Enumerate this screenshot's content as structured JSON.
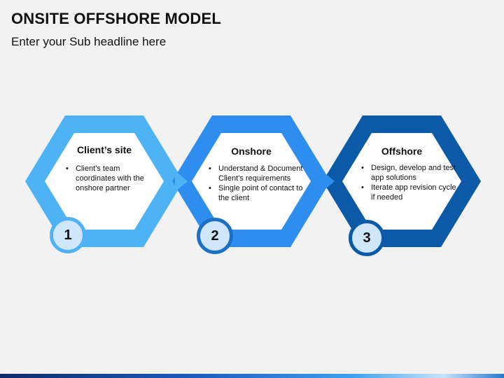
{
  "slide": {
    "title": "ONSITE OFFSHORE MODEL",
    "subtitle": "Enter your Sub headline here"
  },
  "steps": [
    {
      "number": "1",
      "title": "Client’s site",
      "bullets": [
        "Client’s team coordinates with the onshore partner"
      ],
      "color": "#4db3f5"
    },
    {
      "number": "2",
      "title": "Onshore",
      "bullets": [
        "Understand & Document Client’s requirements",
        "Single point of contact to the client"
      ],
      "color": "#2e8ef0"
    },
    {
      "number": "3",
      "title": "Offshore",
      "bullets": [
        "Design, develop and test app solutions",
        "Iterate app revision cycle if needed"
      ],
      "color": "#0b5aa8"
    }
  ]
}
